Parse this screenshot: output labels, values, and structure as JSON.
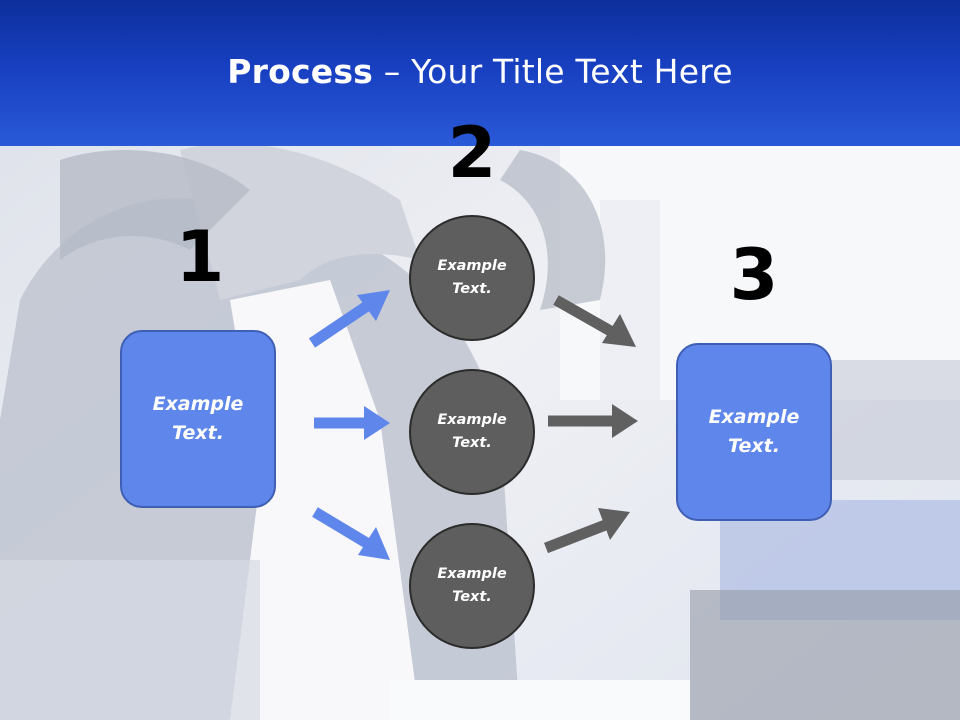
{
  "header": {
    "title_bold": "Process",
    "title_rest": " – Your Title Text Here"
  },
  "steps": {
    "one": "1",
    "two": "2",
    "three": "3"
  },
  "left_box": {
    "text": "Example Text."
  },
  "right_box": {
    "text": "Example Text."
  },
  "circles": [
    {
      "text": "Example Text."
    },
    {
      "text": "Example Text."
    },
    {
      "text": "Example Text."
    }
  ],
  "colors": {
    "header_blue": "#173fc0",
    "box_blue": "#5f86ea",
    "arrow_blue": "#5f86ea",
    "circle_gray": "#5e5e5e",
    "arrow_gray": "#606060"
  }
}
